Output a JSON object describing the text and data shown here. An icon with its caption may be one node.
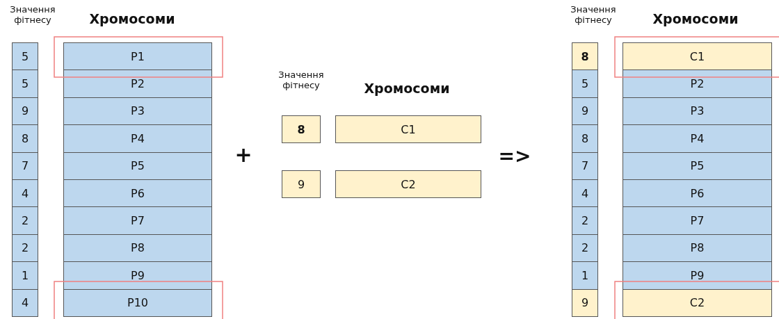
{
  "diagram": {
    "nodes": [
      {
        "text": [
          "5"
        ]
      },
      {
        "text": [
          "P1"
        ]
      },
      {
        "text": [
          "5"
        ]
      },
      {
        "text": [
          "P2"
        ]
      },
      {
        "text": [
          "9"
        ]
      },
      {
        "text": [
          "P3"
        ]
      },
      {
        "text": [
          "8"
        ]
      },
      {
        "text": [
          "P4"
        ]
      },
      {
        "text": [
          "7"
        ]
      },
      {
        "text": [
          "P5"
        ]
      },
      {
        "text": [
          "4"
        ]
      },
      {
        "text": [
          "P6"
        ]
      },
      {
        "text": [
          "2"
        ]
      },
      {
        "text": [
          "P7"
        ]
      },
      {
        "text": [
          "2"
        ]
      },
      {
        "text": [
          "P8"
        ]
      },
      {
        "text": [
          "1"
        ]
      },
      {
        "text": [
          "P9"
        ]
      },
      {
        "text": [
          "4"
        ]
      },
      {
        "text": [
          "P10"
        ]
      },
      {
        "text": [
          "8"
        ]
      },
      {
        "text": [
          "C1"
        ]
      },
      {
        "text": [
          "9"
        ]
      },
      {
        "text": [
          "C2"
        ]
      },
      {
        "text": [
          "8"
        ]
      },
      {
        "text": [
          "C1"
        ]
      },
      {
        "text": [
          "5"
        ]
      },
      {
        "text": [
          "P2"
        ]
      },
      {
        "text": [
          "9"
        ]
      },
      {
        "text": [
          "P3"
        ]
      },
      {
        "text": [
          "8"
        ]
      },
      {
        "text": [
          "P4"
        ]
      },
      {
        "text": [
          "7"
        ]
      },
      {
        "text": [
          "P5"
        ]
      },
      {
        "text": [
          "4"
        ]
      },
      {
        "text": [
          "P6"
        ]
      },
      {
        "text": [
          "2"
        ]
      },
      {
        "text": [
          "P7"
        ]
      },
      {
        "text": [
          "2"
        ]
      },
      {
        "text": [
          "P8"
        ]
      },
      {
        "text": [
          "1"
        ]
      },
      {
        "text": [
          "P9"
        ]
      },
      {
        "text": [
          "9"
        ]
      },
      {
        "text": [
          "C2"
        ]
      }
    ],
    "labels": [
      "Значення фітнесу",
      "Хромосоми",
      "+",
      "Значення фітнесу",
      "Хромосоми",
      "=>",
      "Значення фітнесу",
      "Хромосоми"
    ]
  }
}
